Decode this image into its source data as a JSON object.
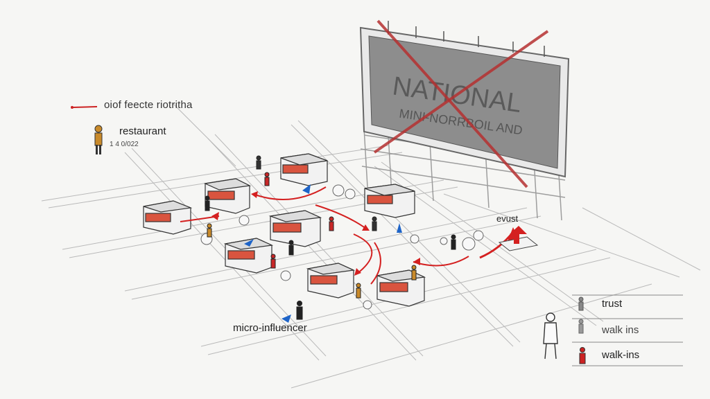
{
  "legend": {
    "title": "oiof feecte riotritha",
    "restaurant_label": "restaurant",
    "restaurant_count": "1 4 0/022"
  },
  "billboard": {
    "line1": "NATIONAL",
    "line2": "MINI-NORRBOIL AND"
  },
  "labels": {
    "micro_influencer": "micro-influencer",
    "evust": "evust"
  },
  "key": [
    {
      "label": "trust",
      "color": "#666666"
    },
    {
      "label": "walk ins",
      "color": "#666666"
    },
    {
      "label": "walk-ins",
      "color": "#cc2222"
    }
  ],
  "colors": {
    "accent_red": "#d42020",
    "accent_blue": "#1e64c8",
    "accent_orange": "#c98a2a",
    "sketch_gray": "#7a7a7a"
  }
}
